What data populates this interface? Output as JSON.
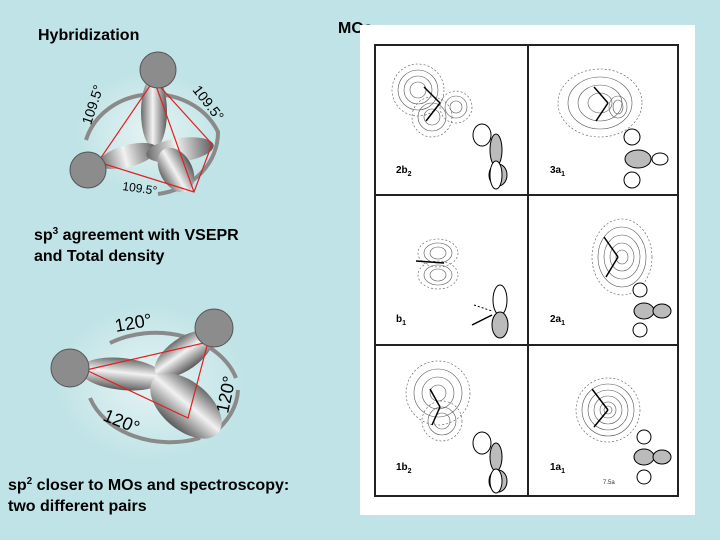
{
  "left": {
    "title": "Hybridization",
    "sp3": {
      "angle_top_left": "109.5°",
      "angle_top_right": "109.5°",
      "angle_bottom": "109.5°",
      "caption_a": "sp",
      "caption_sup": "3",
      "caption_b": " agreement with VSEPR",
      "caption_line2": "and Total density"
    },
    "sp2": {
      "angle_top": "120°",
      "angle_right": "120°",
      "angle_bottom": "120°",
      "caption_a": "sp",
      "caption_sup": "2",
      "caption_b": " closer to MOs and spectroscopy:",
      "caption_line2": "two different pairs"
    }
  },
  "right": {
    "title": "MOs",
    "orbitals": [
      {
        "base": "2b",
        "sub": "2"
      },
      {
        "base": "3a",
        "sub": "1"
      },
      {
        "base": "b",
        "sub": "1"
      },
      {
        "base": "2a",
        "sub": "1"
      },
      {
        "base": "1b",
        "sub": "2"
      },
      {
        "base": "1a",
        "sub": "1"
      }
    ],
    "figure_number": "7.5a"
  }
}
